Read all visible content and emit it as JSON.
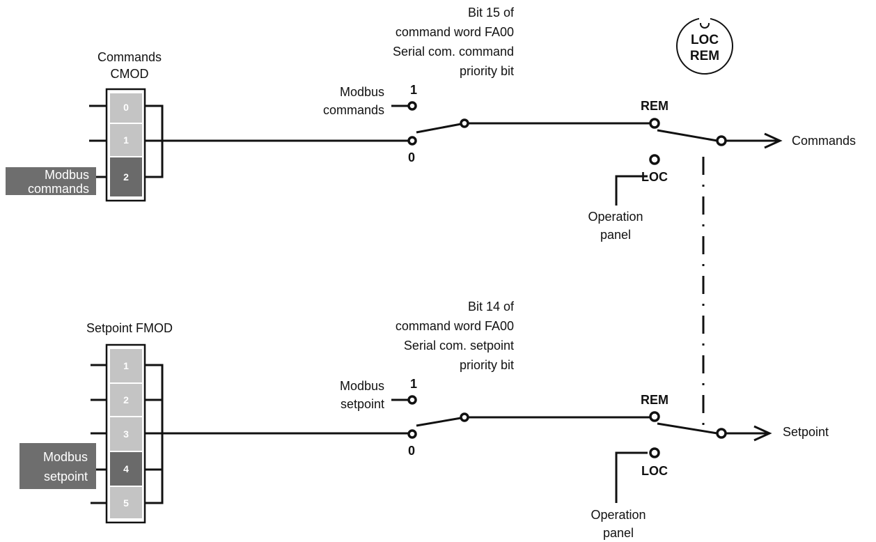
{
  "colors": {
    "line": "#111111",
    "slot_light": "#c4c4c4",
    "slot_dark": "#6a6a6a",
    "label_box": "#6e6e6e",
    "slot_text": "#ffffff"
  },
  "commands": {
    "title_line1": "Commands",
    "title_line2": "CMOD",
    "slots": [
      {
        "label": "0",
        "selected": false
      },
      {
        "label": "1",
        "selected": false
      },
      {
        "label": "2",
        "selected": true
      }
    ],
    "modbus_box": {
      "line1": "Modbus",
      "line2": "commands"
    },
    "bit_note": [
      "Bit 15 of",
      "command word FA00",
      "Serial com. command",
      "priority bit"
    ],
    "modbus_input": {
      "line1": "Modbus",
      "line2": "commands"
    },
    "switch_1_label": "1",
    "switch_0_label": "0",
    "rem_label": "REM",
    "loc_label": "LOC",
    "panel_label": {
      "line1": "Operation",
      "line2": "panel"
    },
    "output_label": "Commands"
  },
  "setpoint": {
    "title": "Setpoint FMOD",
    "slots": [
      {
        "label": "1",
        "selected": false
      },
      {
        "label": "2",
        "selected": false
      },
      {
        "label": "3",
        "selected": false
      },
      {
        "label": "4",
        "selected": true
      },
      {
        "label": "5",
        "selected": false
      }
    ],
    "modbus_box": {
      "line1": "Modbus",
      "line2": "setpoint"
    },
    "bit_note": [
      "Bit 14 of",
      "command word FA00",
      "Serial com. setpoint",
      "priority bit"
    ],
    "modbus_input": {
      "line1": "Modbus",
      "line2": "setpoint"
    },
    "switch_1_label": "1",
    "switch_0_label": "0",
    "rem_label": "REM",
    "loc_label": "LOC",
    "panel_label": {
      "line1": "Operation",
      "line2": "panel"
    },
    "output_label": "Setpoint"
  },
  "loc_rem_key": {
    "line1": "LOC",
    "line2": "REM"
  }
}
